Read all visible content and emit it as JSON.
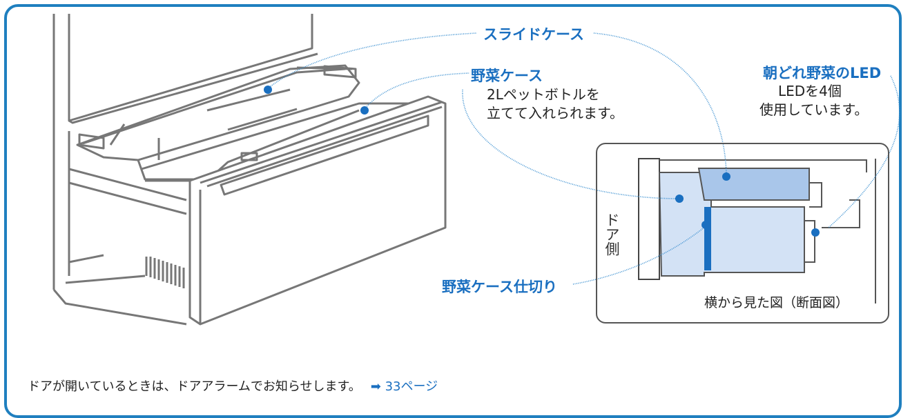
{
  "callouts": {
    "slide_case": "スライドケース",
    "vegetable_case": "野菜ケース",
    "vegetable_case_desc_1": "2Lペットボトルを",
    "vegetable_case_desc_2": "立てて入れられます。",
    "morning_led": "朝どれ野菜のLED",
    "morning_led_desc_1": "LEDを4個",
    "morning_led_desc_2": "使用しています。",
    "divider": "野菜ケース仕切り"
  },
  "inset": {
    "caption": "横から見た図（断面図）",
    "door_side": "ドア側"
  },
  "footer": {
    "note": "ドアが開いているときは、ドアアラームでお知らせします。",
    "link": "➡ 33ページ"
  },
  "colors": {
    "frame": "#1f7fbf",
    "label": "#1a6fc0",
    "leader": "#3a8fd0",
    "case_fill_light": "#d3e2f5",
    "case_fill_dark": "#a9c6ea"
  }
}
